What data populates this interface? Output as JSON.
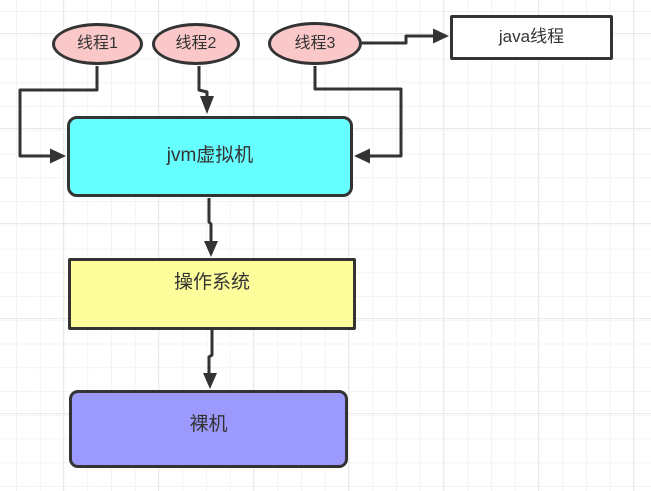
{
  "diagram": {
    "title": "jvm-thread-architecture-diagram",
    "nodes": {
      "thread1": {
        "label": "线程1",
        "shape": "ellipse",
        "fill": "#FAC8C8"
      },
      "thread2": {
        "label": "线程2",
        "shape": "ellipse",
        "fill": "#FAC8C8"
      },
      "thread3": {
        "label": "线程3",
        "shape": "ellipse",
        "fill": "#FAC8C8"
      },
      "java_thread": {
        "label": "java线程",
        "shape": "rectangle",
        "fill": "#FFFFFF"
      },
      "jvm": {
        "label": "jvm虚拟机",
        "shape": "rounded-rectangle",
        "fill": "#66FFFF"
      },
      "os": {
        "label": "操作系统",
        "shape": "rectangle",
        "fill": "#FDFD9B"
      },
      "bare_machine": {
        "label": "裸机",
        "shape": "rounded-rectangle",
        "fill": "#9C99FC"
      }
    },
    "edges": [
      {
        "from": "线程1",
        "to": "jvm虚拟机",
        "style": "orthogonal-arrow"
      },
      {
        "from": "线程2",
        "to": "jvm虚拟机",
        "style": "orthogonal-arrow"
      },
      {
        "from": "线程3",
        "to": "java线程",
        "style": "orthogonal-arrow"
      },
      {
        "from": "线程3",
        "to": "jvm虚拟机",
        "style": "orthogonal-arrow"
      },
      {
        "from": "jvm虚拟机",
        "to": "操作系统",
        "style": "straight-arrow"
      },
      {
        "from": "操作系统",
        "to": "裸机",
        "style": "straight-arrow"
      }
    ],
    "colors": {
      "stroke": "#333333",
      "text": "#333333",
      "grid_minor": "#F3F3F6",
      "grid_major": "#E9E9EE",
      "canvas_background": "#FFFFFF"
    }
  }
}
